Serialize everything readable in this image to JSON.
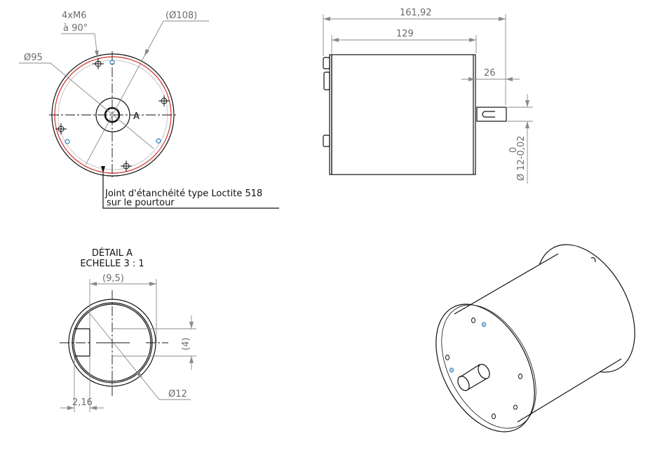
{
  "front_view": {
    "hole_callout_line1": "4xM6",
    "hole_callout_line2": "à 90°",
    "dia_95": "Ø95",
    "dia_108": "(Ø108)",
    "detail_marker": "A",
    "note_line1": "Joint d'étanchéité type Loctite 518",
    "note_line2": "sur le pourtour",
    "seal_color": "#d32f2f",
    "hole_color": "#2a7fc0"
  },
  "side_view": {
    "overall_length": "161,92",
    "body_length": "129",
    "shaft_length": "26",
    "shaft_dia": "Ø 12-0,02",
    "shaft_tol_upper": "0"
  },
  "detail_view": {
    "title": "DÉTAIL A",
    "scale": "ECHELLE 3 : 1",
    "width_dim": "(9,5)",
    "key_dim": "(4)",
    "dia_dim": "Ø12",
    "flat_dim": "2,16"
  }
}
